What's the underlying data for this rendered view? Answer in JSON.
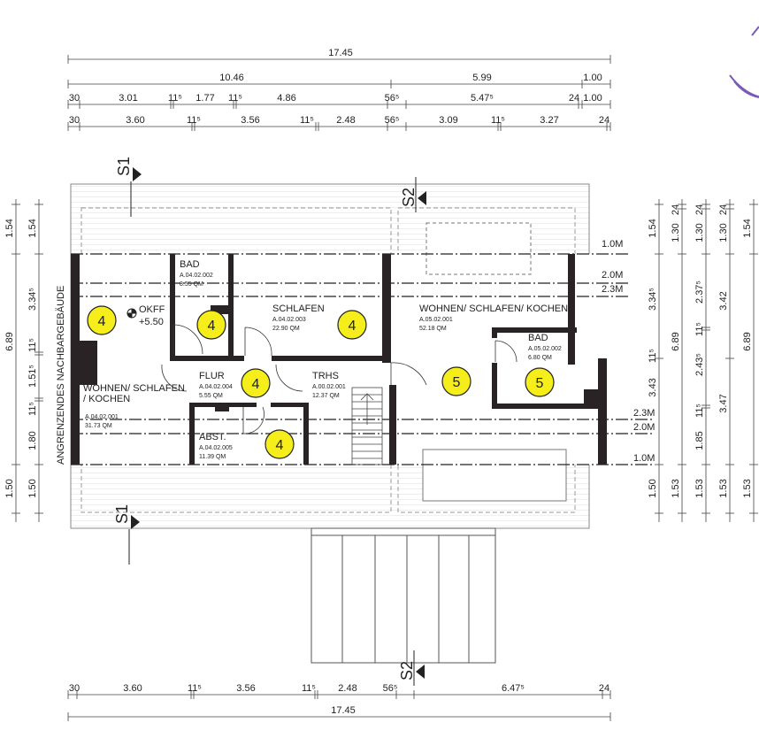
{
  "plan": {
    "neighbour_label": "ANGRENZENDES NACHBARGEBÄUDE",
    "level_marker": {
      "label": "OKFF",
      "value": "+5.50"
    },
    "section_marks": {
      "s1_top": "S1",
      "s1_bottom": "S1",
      "s2_top": "S2",
      "s2_bottom": "S2"
    },
    "height_lines": {
      "top": [
        "1.0M",
        "2.0M",
        "2.3M"
      ],
      "bottom": [
        "2.3M",
        "2.0M",
        "1.0M"
      ]
    },
    "highlight_color": "#f5ee1a",
    "rooms": [
      {
        "name": "BAD",
        "code": "A.04.02.002",
        "area": "8.55 QM",
        "unit": "4"
      },
      {
        "name": "SCHLAFEN",
        "code": "A.04.02.003",
        "area": "22.90 QM",
        "unit": "4"
      },
      {
        "name": "FLUR",
        "code": "A.04.02.004",
        "area": "5.55 QM",
        "unit": "4"
      },
      {
        "name": "TRHS",
        "code": "A.00.02.001",
        "area": "12.37 QM",
        "unit": ""
      },
      {
        "name": "WOHNEN/ SCHLAFEN / KOCHEN",
        "code": "A.04.02.001",
        "area": "31.73 QM",
        "unit": "4"
      },
      {
        "name": "ABST.",
        "code": "A.04.02.005",
        "area": "11.39 QM",
        "unit": "4"
      },
      {
        "name": "WOHNEN/ SCHLAFEN/ KOCHEN",
        "code": "A.05.02.001",
        "area": "52.18 QM",
        "unit": "5"
      },
      {
        "name": "BAD",
        "code": "A.05.02.002",
        "area": "6.80 QM",
        "unit": "5"
      }
    ],
    "unit_markers": [
      "4",
      "4",
      "4",
      "4",
      "4",
      "5",
      "5"
    ]
  },
  "dimensions": {
    "top_total": [
      "17.45"
    ],
    "top_row2": [
      "10.46",
      "5.99",
      "1.00"
    ],
    "top_row3": [
      "30",
      "3.01",
      "11⁵",
      "1.77",
      "11⁵",
      "4.86",
      "56⁵",
      "5.47⁵",
      "24",
      "1.00"
    ],
    "top_row4": [
      "30",
      "3.60",
      "11⁵",
      "3.56",
      "11⁵",
      "2.48",
      "56⁵",
      "3.09",
      "11⁵",
      "3.27",
      "24"
    ],
    "bottom_row1": [
      "30",
      "3.60",
      "11⁵",
      "3.56",
      "11⁵",
      "2.48",
      "56⁵",
      "6.47⁵",
      "24"
    ],
    "bottom_total": [
      "17.45"
    ],
    "left_outer": [
      "1.54",
      "6.89",
      "1.50"
    ],
    "left_inner": [
      "1.54",
      "3.34⁵",
      "11⁵",
      "1.51⁵",
      "11⁵",
      "1.80",
      "1.50"
    ],
    "right_1": [
      "1.54",
      "3.34⁵",
      "11⁵",
      "3.43",
      "1.50"
    ],
    "right_2": [
      "1.30",
      "24",
      "6.89",
      "1.53"
    ],
    "right_3": [
      "1.30",
      "24",
      "2.37⁵",
      "11⁵",
      "2.43⁵",
      "11⁵",
      "1.85",
      "1.53"
    ],
    "right_4": [
      "1.30",
      "24",
      "3.42",
      "3.47",
      "1.53"
    ],
    "right_5": [
      "1.54",
      "6.89",
      "1.53"
    ]
  }
}
